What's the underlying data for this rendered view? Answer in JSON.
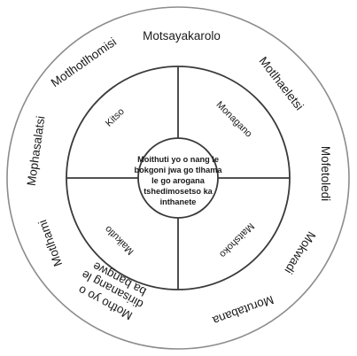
{
  "center": {
    "lines": [
      "Moithuti  yo o nang le",
      "bokgoni  jwa go tlhama",
      "le go arogana",
      "tshedimosetso  ka",
      "inthanete"
    ]
  },
  "inner": {
    "top_left": "Kitso",
    "top_right": "Monagano",
    "bottom_left": "Maikutlo",
    "bottom_right": "Maitshoko"
  },
  "outer": {
    "top": "Motsayakarolo",
    "upper_left": "Motlhotlhomisi",
    "upper_right": "Motlhaeletsi",
    "left": "Mophasalatsi",
    "right": "Mofetoledi",
    "lower_left": "Motlhami",
    "lower_right": "Mokwadi",
    "bottom_left_line1": "Motho yo o",
    "bottom_left_line2": "dirisanang le",
    "bottom_left_line3": "ba bangwe",
    "bottom_right": "Morutabana"
  },
  "colors": {
    "outline_outer": "#8c8c8c",
    "outline_inner": "#3a3a3a",
    "text": "#1a1a1a"
  }
}
